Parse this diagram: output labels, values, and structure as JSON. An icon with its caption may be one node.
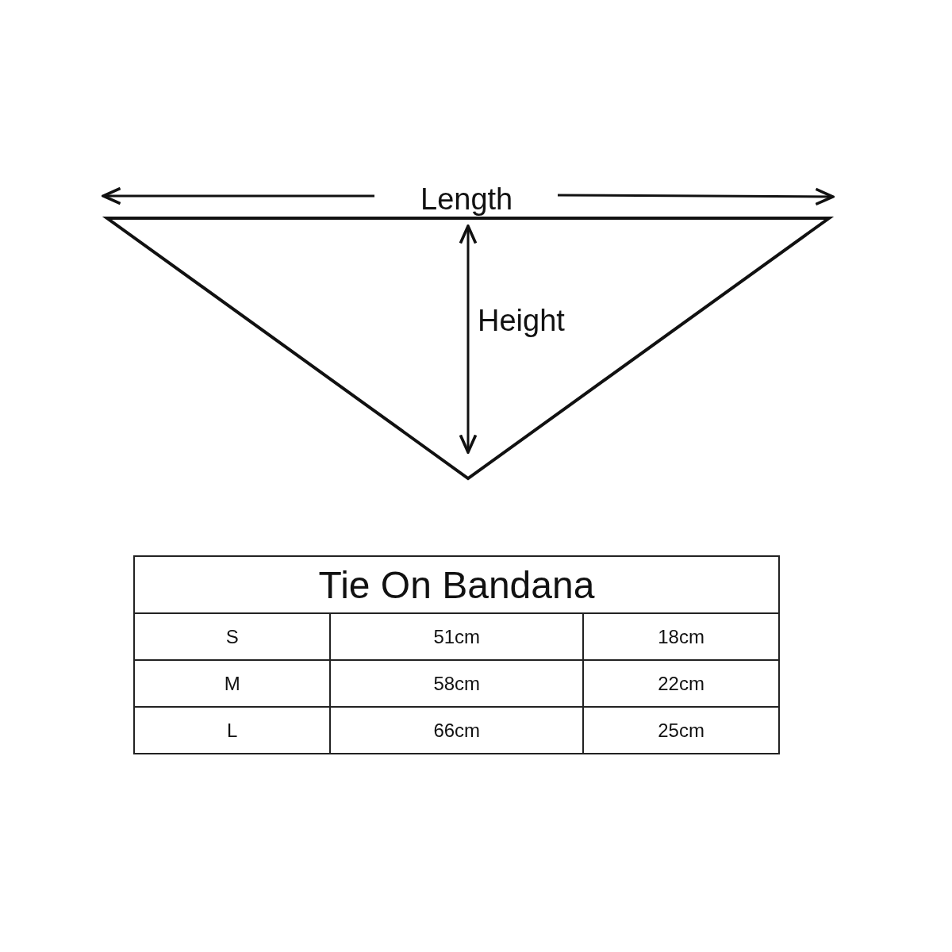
{
  "diagram": {
    "labels": [
      "Length",
      "Height",
      "Tie On Bandana",
      "S",
      "51cm",
      "18cm",
      "M",
      "58cm",
      "22cm",
      "L",
      "66cm",
      "25cm"
    ]
  }
}
